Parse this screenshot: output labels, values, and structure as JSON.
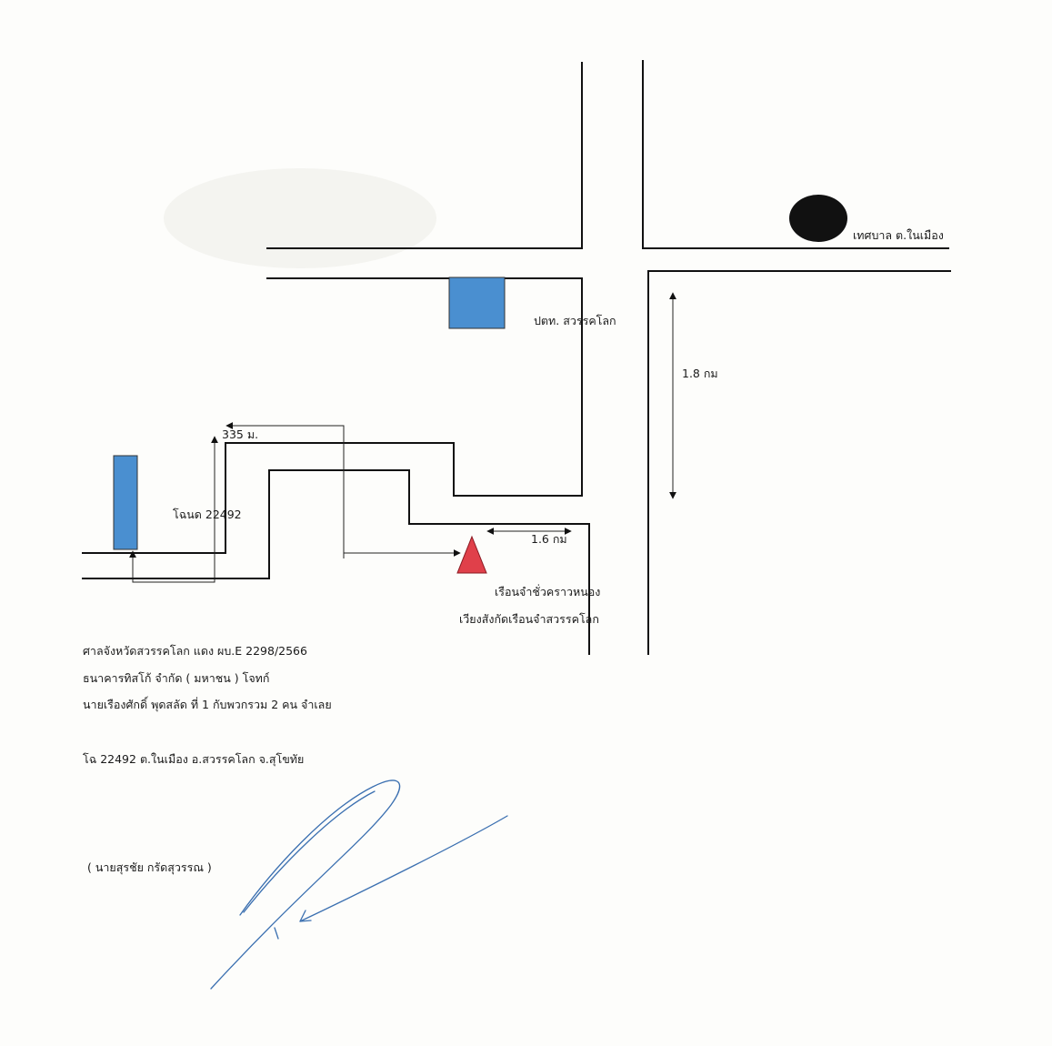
{
  "map": {
    "labels": {
      "municipality": "เทศบาล ต.ในเมือง",
      "post_office": "ปตท. สวรรคโลก",
      "distance_north": "1.8 กม",
      "distance_west": "335 ม.",
      "distance_east": "1.6 กม",
      "title_deed": "โฉนด 22492",
      "prison_line1": "เรือนจำชั่วคราวหนอง",
      "prison_line2": "เวียงสังกัดเรือนจำสวรรคโลก"
    },
    "colors": {
      "building": "#4a8fd0",
      "target_marker": "#e0404a",
      "landmark": "#111111",
      "signature": "#3a6fb0"
    }
  },
  "notes": {
    "line1": "ศาลจังหวัดสวรรคโลก แดง ผบ.E 2298/2566",
    "line2": "ธนาคารทิสโก้ จำกัด ( มหาชน )  โจทก์",
    "line3": "นายเรืองศักดิ์ พุดสลัด ที่ 1 กับพวกรวม 2 คน จำเลย",
    "line4": "โฉ 22492 ต.ในเมือง อ.สวรรคโลก จ.สุโขทัย",
    "signer": "( นายสุรชัย  กรัดสุวรรณ  )"
  }
}
